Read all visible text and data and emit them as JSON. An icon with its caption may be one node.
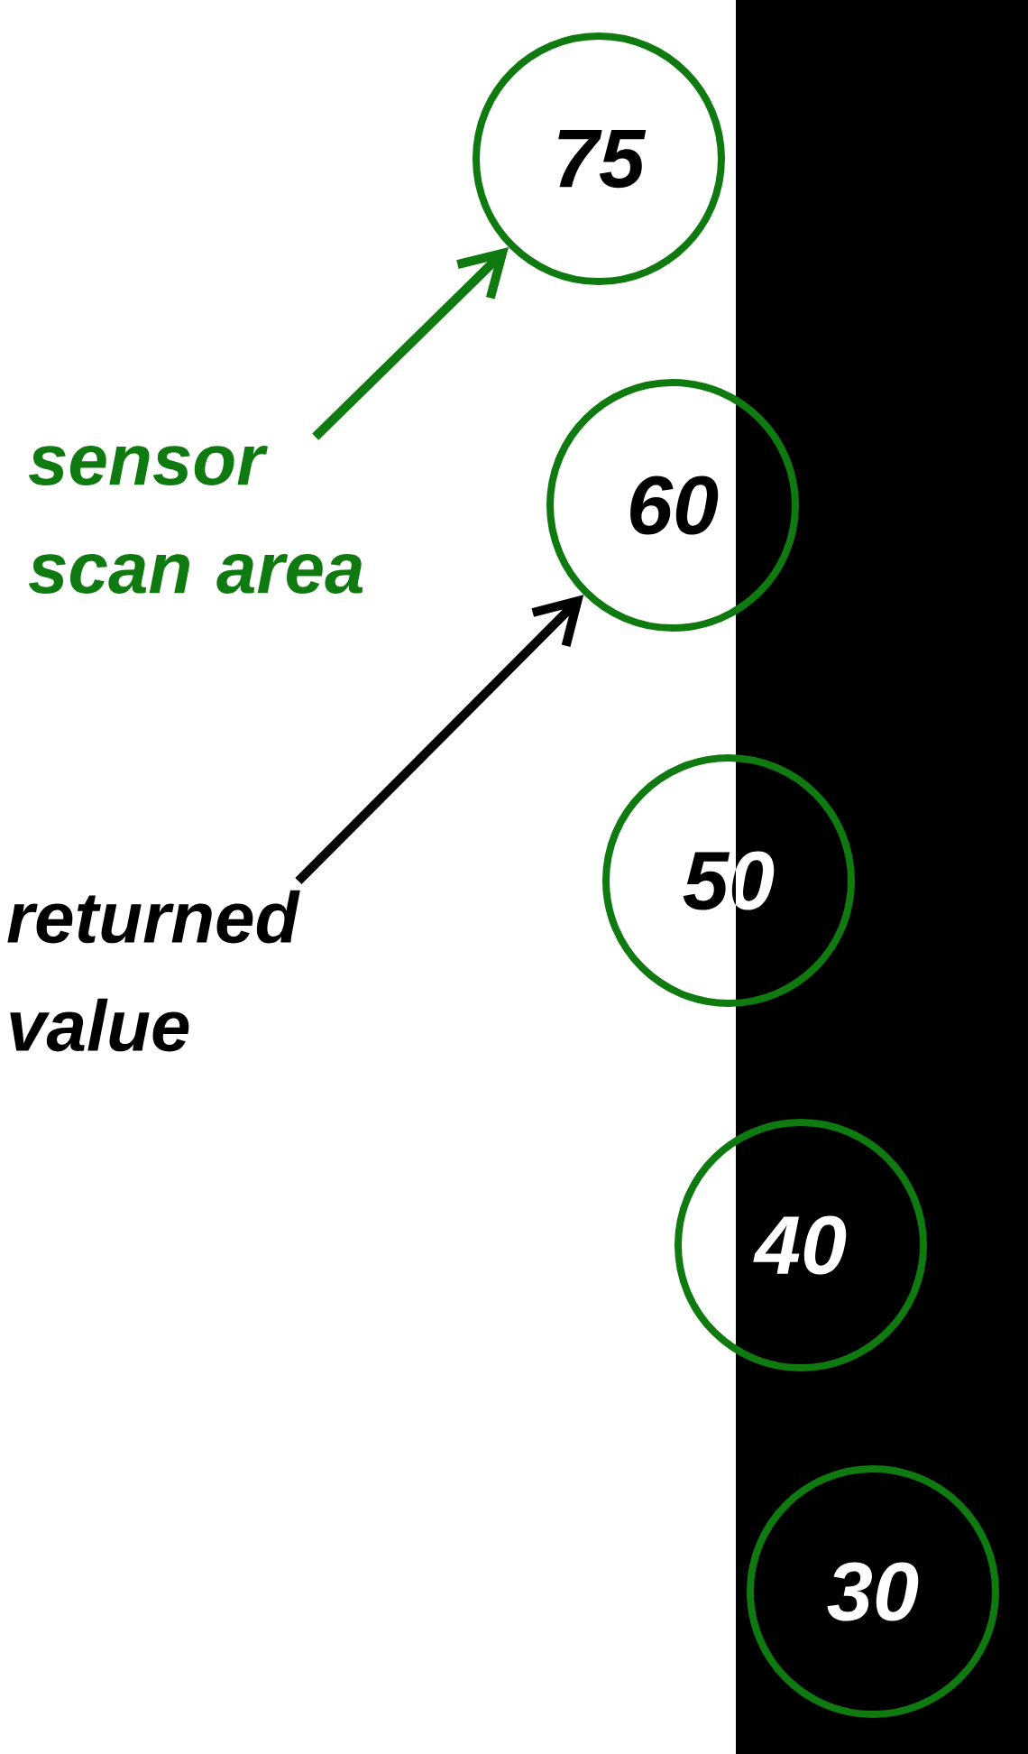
{
  "diagram": {
    "nodes": [
      {
        "text": [
          "75"
        ]
      },
      {
        "text": [
          "sensor scan area"
        ]
      },
      {
        "text": [
          "60"
        ]
      },
      {
        "text": [
          "returned value"
        ]
      },
      {
        "text": [
          "50"
        ]
      },
      {
        "text": [
          "40"
        ]
      },
      {
        "text": [
          "30"
        ]
      }
    ],
    "edges": [
      {
        "from": 1,
        "to": 0,
        "arrow": "to",
        "color": "#0f7a0f"
      },
      {
        "from": 3,
        "to": 2,
        "arrow": "to",
        "color": "#000000"
      }
    ]
  }
}
